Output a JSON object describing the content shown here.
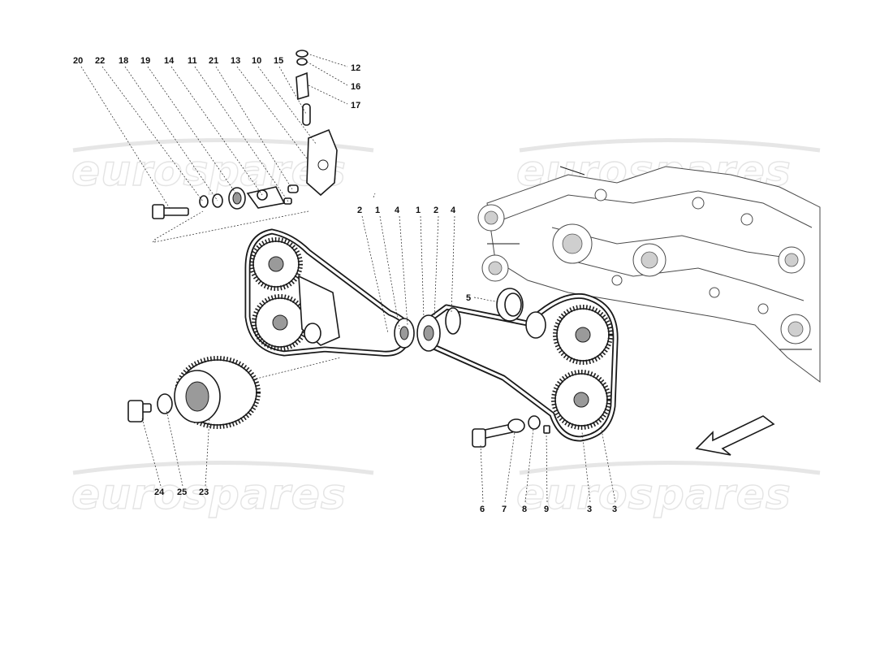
{
  "watermark": {
    "text": "eurospares"
  },
  "callouts": {
    "c20": "20",
    "c22": "22",
    "c18": "18",
    "c19": "19",
    "c14": "14",
    "c11": "11",
    "c21": "21",
    "c13": "13",
    "c10": "10",
    "c15": "15",
    "c12": "12",
    "c16": "16",
    "c17": "17",
    "c2a": "2",
    "c1a": "1",
    "c4a": "4",
    "c1b": "1",
    "c2b": "2",
    "c4b": "4",
    "c5": "5",
    "c24": "24",
    "c25": "25",
    "c23": "23",
    "c6": "6",
    "c7": "7",
    "c8": "8",
    "c9": "9",
    "c3a": "3",
    "c3b": "3"
  },
  "icons": {
    "direction": "arrow-icon"
  }
}
